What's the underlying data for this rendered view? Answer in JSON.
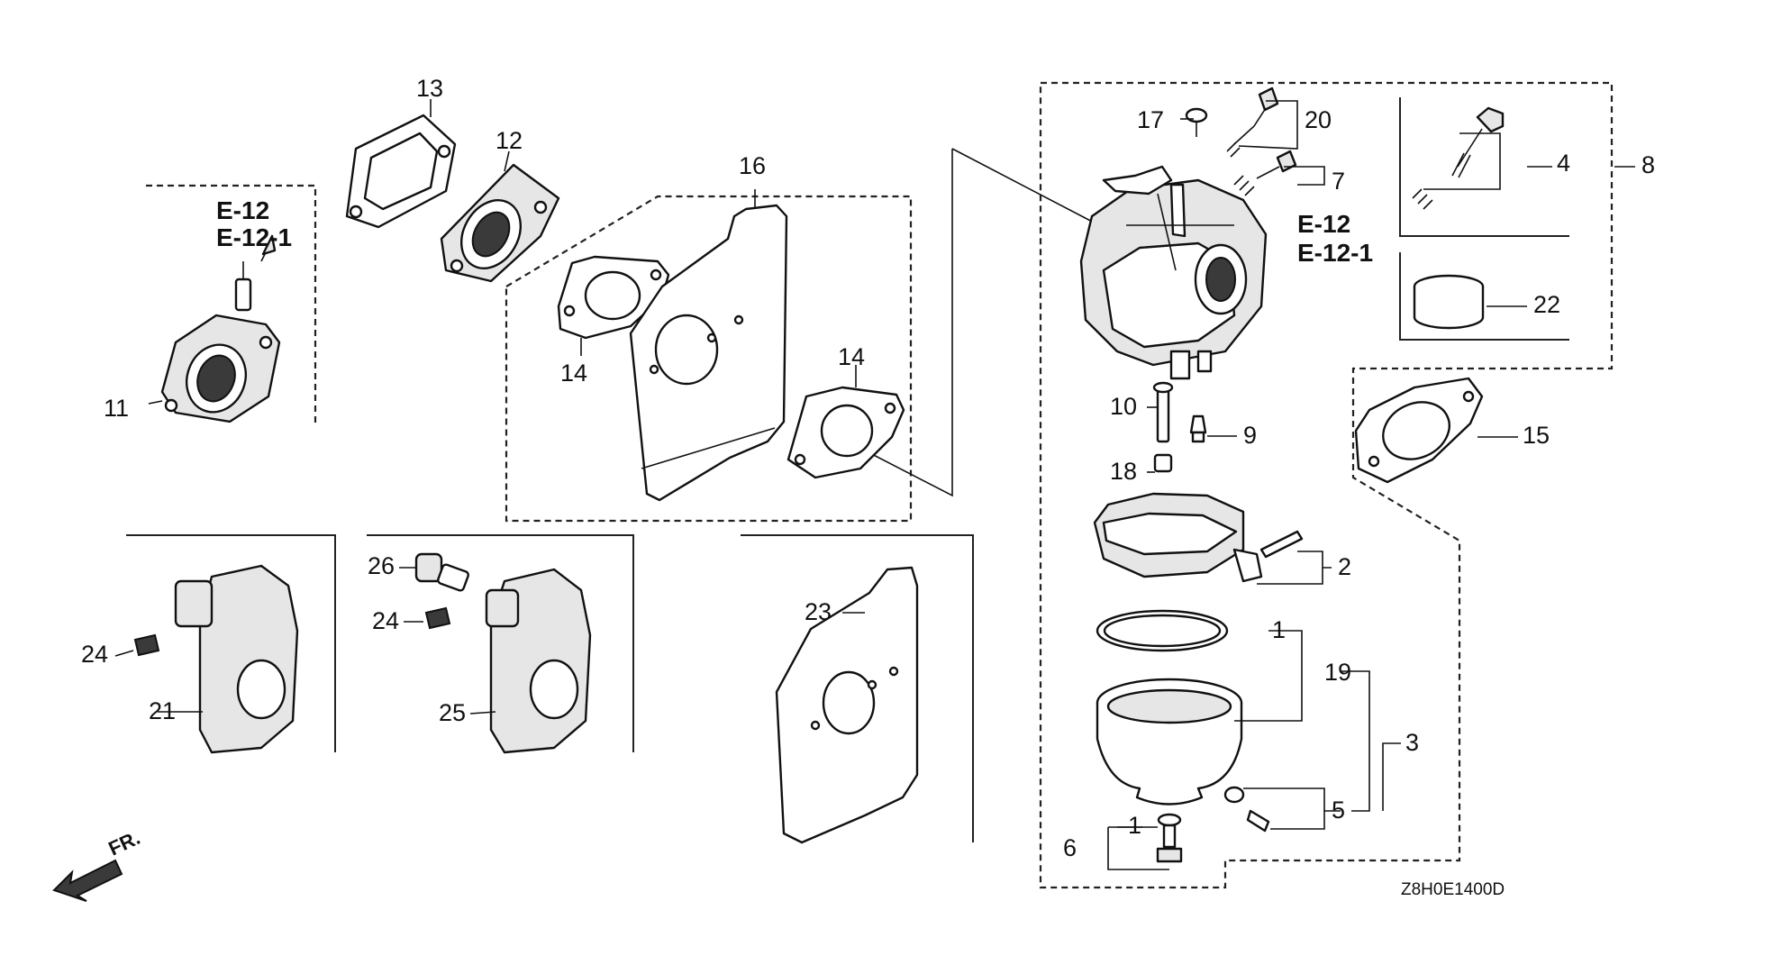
{
  "diagram_code": "Z8H0E1400D",
  "front_marker": "FR.",
  "ref_E12": "E-12",
  "ref_E121": "E-12-1",
  "callouts": {
    "c1a": "1",
    "c1b": "1",
    "c2": "2",
    "c3": "3",
    "c4": "4",
    "c5": "5",
    "c6": "6",
    "c7": "7",
    "c8": "8",
    "c9": "9",
    "c10": "10",
    "c11": "11",
    "c12": "12",
    "c13": "13",
    "c14a": "14",
    "c14b": "14",
    "c15": "15",
    "c16": "16",
    "c17": "17",
    "c18": "18",
    "c19": "19",
    "c20": "20",
    "c21": "21",
    "c22": "22",
    "c23": "23",
    "c24a": "24",
    "c24b": "24",
    "c25": "25",
    "c26": "26"
  }
}
